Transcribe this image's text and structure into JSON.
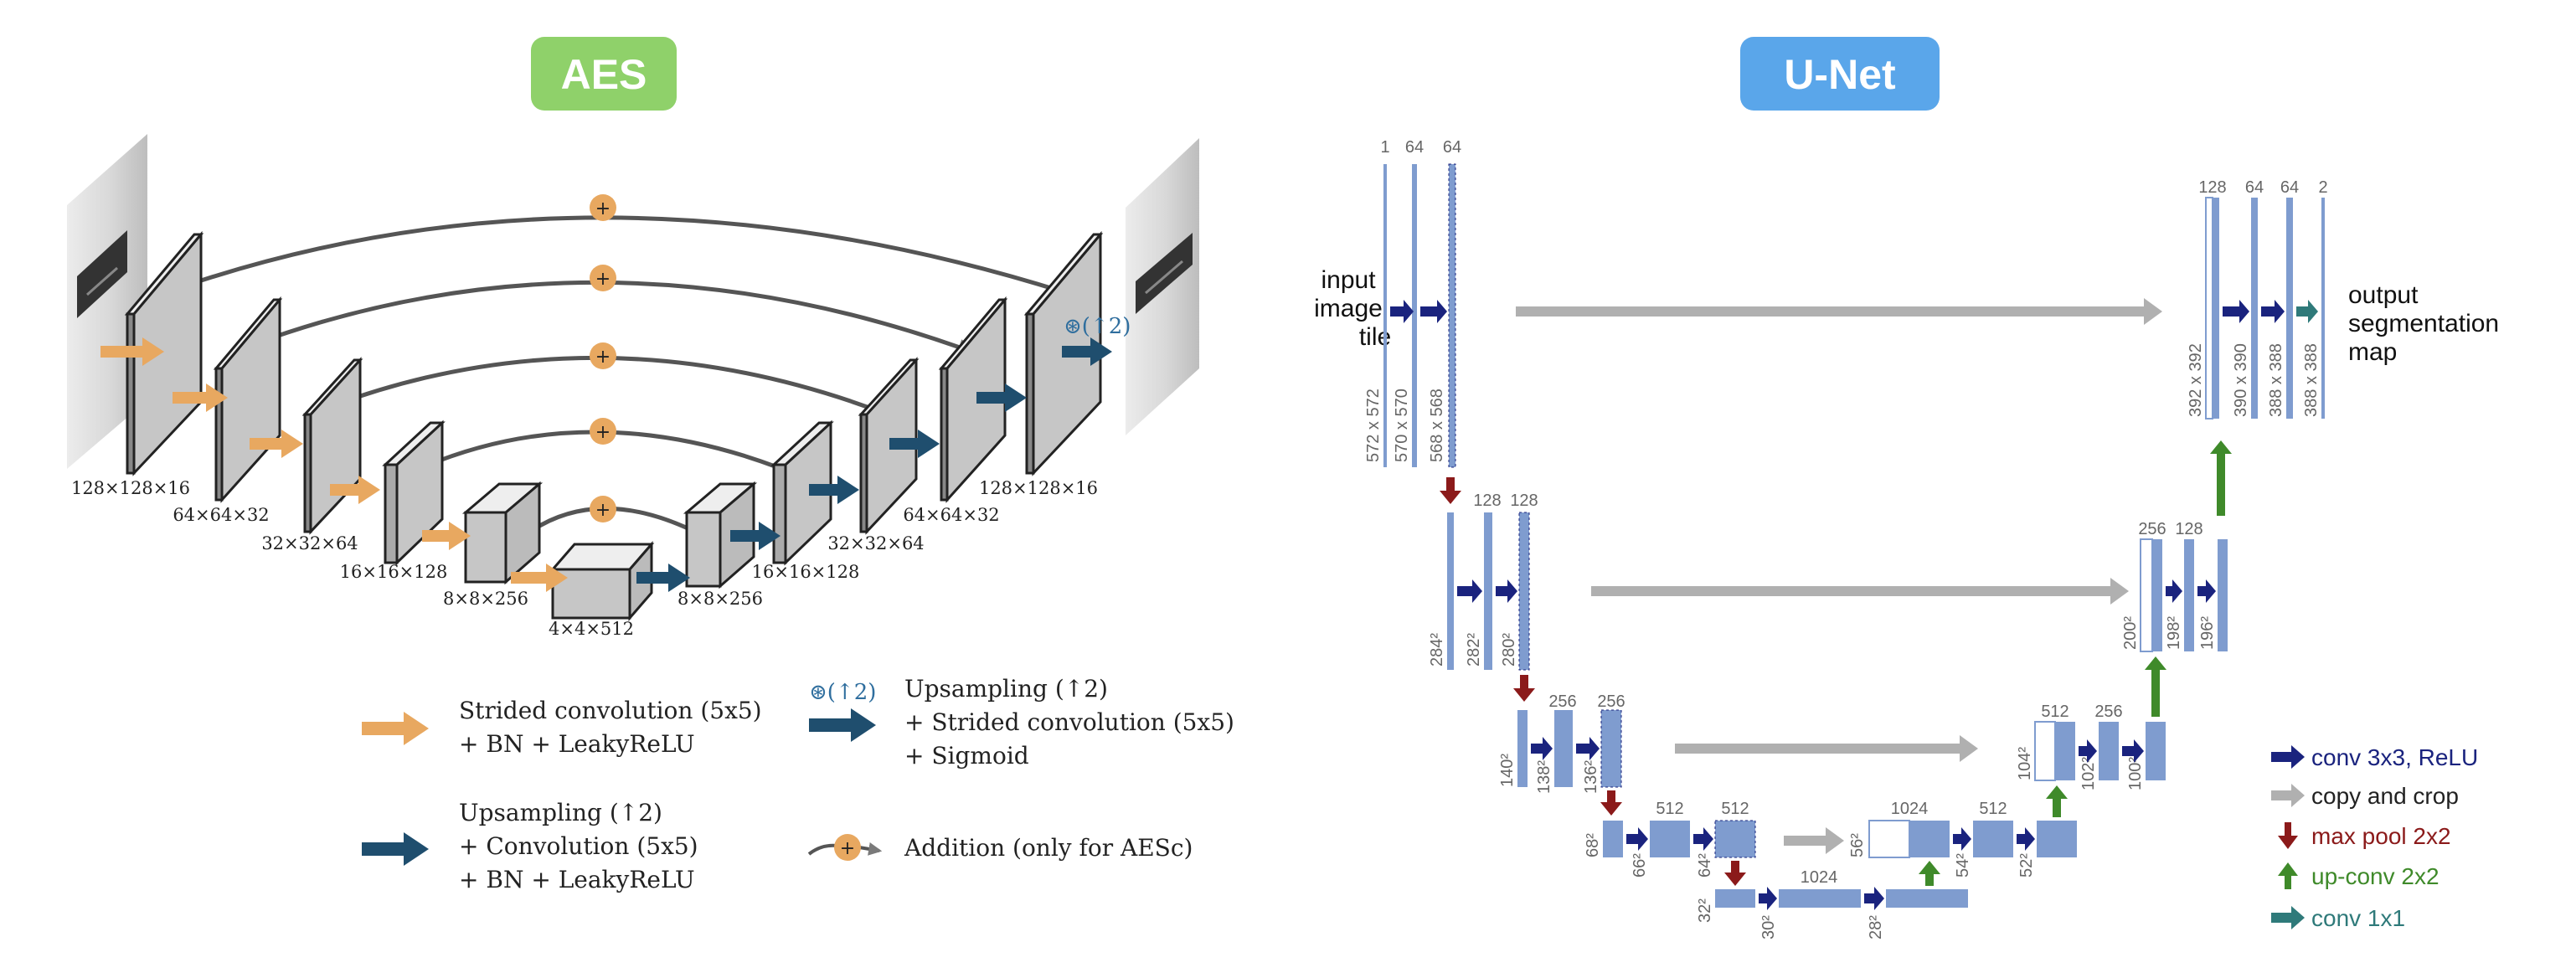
{
  "aes": {
    "title": "AES",
    "badge_color": "#8fd16a",
    "encoder_labels": [
      "128×128×16",
      "64×64×32",
      "32×32×64",
      "16×16×128",
      "8×8×256"
    ],
    "bottleneck_label": "4×4×512",
    "decoder_labels": [
      "8×8×256",
      "16×16×128",
      "32×32×64",
      "64×64×32",
      "128×128×16"
    ],
    "output_annotation": "⊛(↑2)",
    "legend": {
      "strided": [
        "Strided convolution (5x5)",
        "+ BN + LeakyReLU"
      ],
      "upsampling_sigmoid_marker": "⊛(↑2)",
      "upsampling_sigmoid": [
        "Upsampling (↑2)",
        "+ Strided convolution (5x5)",
        "+ Sigmoid"
      ],
      "upsampling_conv": [
        "Upsampling (↑2)",
        "+ Convolution (5x5)",
        "+ BN + LeakyReLU"
      ],
      "addition": "Addition (only for AESc)"
    },
    "colors": {
      "strided": "#e8a860",
      "upsampling": "#1f4e6e",
      "addition": "#e8a860",
      "block": "#c6c6c6"
    }
  },
  "unet": {
    "title": "U-Net",
    "badge_color": "#5aa6ea",
    "side_labels": {
      "input": [
        "input",
        "image",
        "tile"
      ],
      "output": [
        "output",
        "segmentation",
        "map"
      ]
    },
    "top_numbers": {
      "l1": [
        "1",
        "64",
        "64"
      ],
      "l2": [
        "128",
        "128"
      ],
      "l3": [
        "256",
        "256"
      ],
      "l4": [
        "512",
        "512"
      ],
      "l5": [
        "1024"
      ],
      "r4": [
        "1024",
        "512"
      ],
      "r3": [
        "512",
        "256"
      ],
      "r2": [
        "256",
        "128"
      ],
      "r1": [
        "128",
        "64",
        "64",
        "2"
      ]
    },
    "side_numbers": {
      "l1": [
        "572 x 572",
        "570 x 570",
        "568 x 568"
      ],
      "l2": [
        "284²",
        "282²",
        "280²"
      ],
      "l3": [
        "140²",
        "138²",
        "136²"
      ],
      "l4": [
        "68²",
        "66²",
        "64²"
      ],
      "l5": [
        "32²",
        "30²",
        "28²"
      ],
      "r4": [
        "56²",
        "54²",
        "52²"
      ],
      "r3": [
        "104²",
        "102²",
        "100²"
      ],
      "r2": [
        "200²",
        "198²",
        "196²"
      ],
      "r1": [
        "392 x 392",
        "390 x 390",
        "388 x 388",
        "388 x 388"
      ]
    },
    "legend": [
      {
        "label": "conv 3x3, ReLU",
        "color": "#1a237e"
      },
      {
        "label": "copy and crop",
        "color": "#222222"
      },
      {
        "label": "max pool 2x2",
        "color": "#8b1a1a"
      },
      {
        "label": "up-conv 2x2",
        "color": "#3f8a2a"
      },
      {
        "label": "conv 1x1",
        "color": "#2f7a7a"
      }
    ],
    "colors": {
      "block": "#7f9ccf",
      "conv": "#1a237e",
      "copy": "#b0b0b0",
      "pool": "#8b1a1a",
      "up": "#3f8a2a",
      "conv1": "#2f7a7a"
    }
  }
}
